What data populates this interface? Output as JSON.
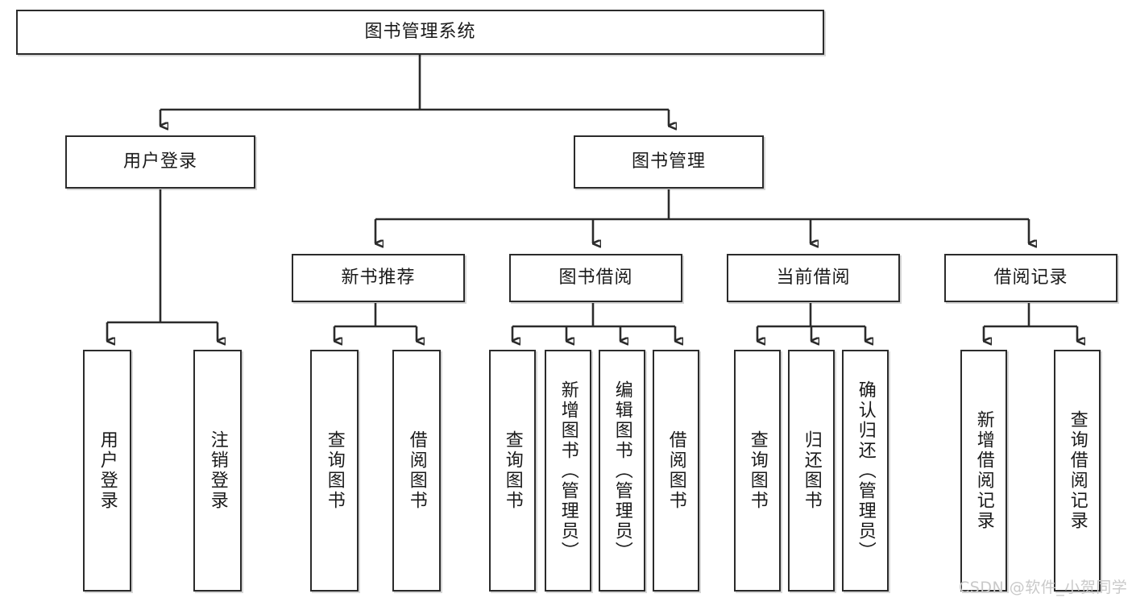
{
  "diagram": {
    "title": "图书管理系统",
    "type": "hierarchy-tree",
    "style": {
      "box_fill": "#ffffff",
      "box_border": "#2b2b2b",
      "line": "#2b2b2b",
      "text": "#1a1a1a",
      "watermark": "#c9c9c9"
    },
    "root": {
      "label": "图书管理系统"
    },
    "level2": [
      {
        "label": "用户登录"
      },
      {
        "label": "图书管理"
      }
    ],
    "level3": [
      {
        "label": "新书推荐"
      },
      {
        "label": "图书借阅"
      },
      {
        "label": "当前借阅"
      },
      {
        "label": "借阅记录"
      }
    ],
    "leaves": {
      "user_login": [
        {
          "label": "用户登录"
        },
        {
          "label": "注销登录"
        }
      ],
      "new_book": [
        {
          "label": "查询图书"
        },
        {
          "label": "借阅图书"
        }
      ],
      "borrow_book": [
        {
          "label": "查询图书"
        },
        {
          "label": "新增图书（管理员）"
        },
        {
          "label": "编辑图书（管理员）"
        },
        {
          "label": "借阅图书"
        }
      ],
      "current_borrow": [
        {
          "label": "查询图书"
        },
        {
          "label": "归还图书"
        },
        {
          "label": "确认归还（管理员）"
        }
      ],
      "borrow_record": [
        {
          "label": "新增借阅记录"
        },
        {
          "label": "查询借阅记录"
        }
      ]
    },
    "watermark": "CSDN @软件_小贺同学"
  }
}
